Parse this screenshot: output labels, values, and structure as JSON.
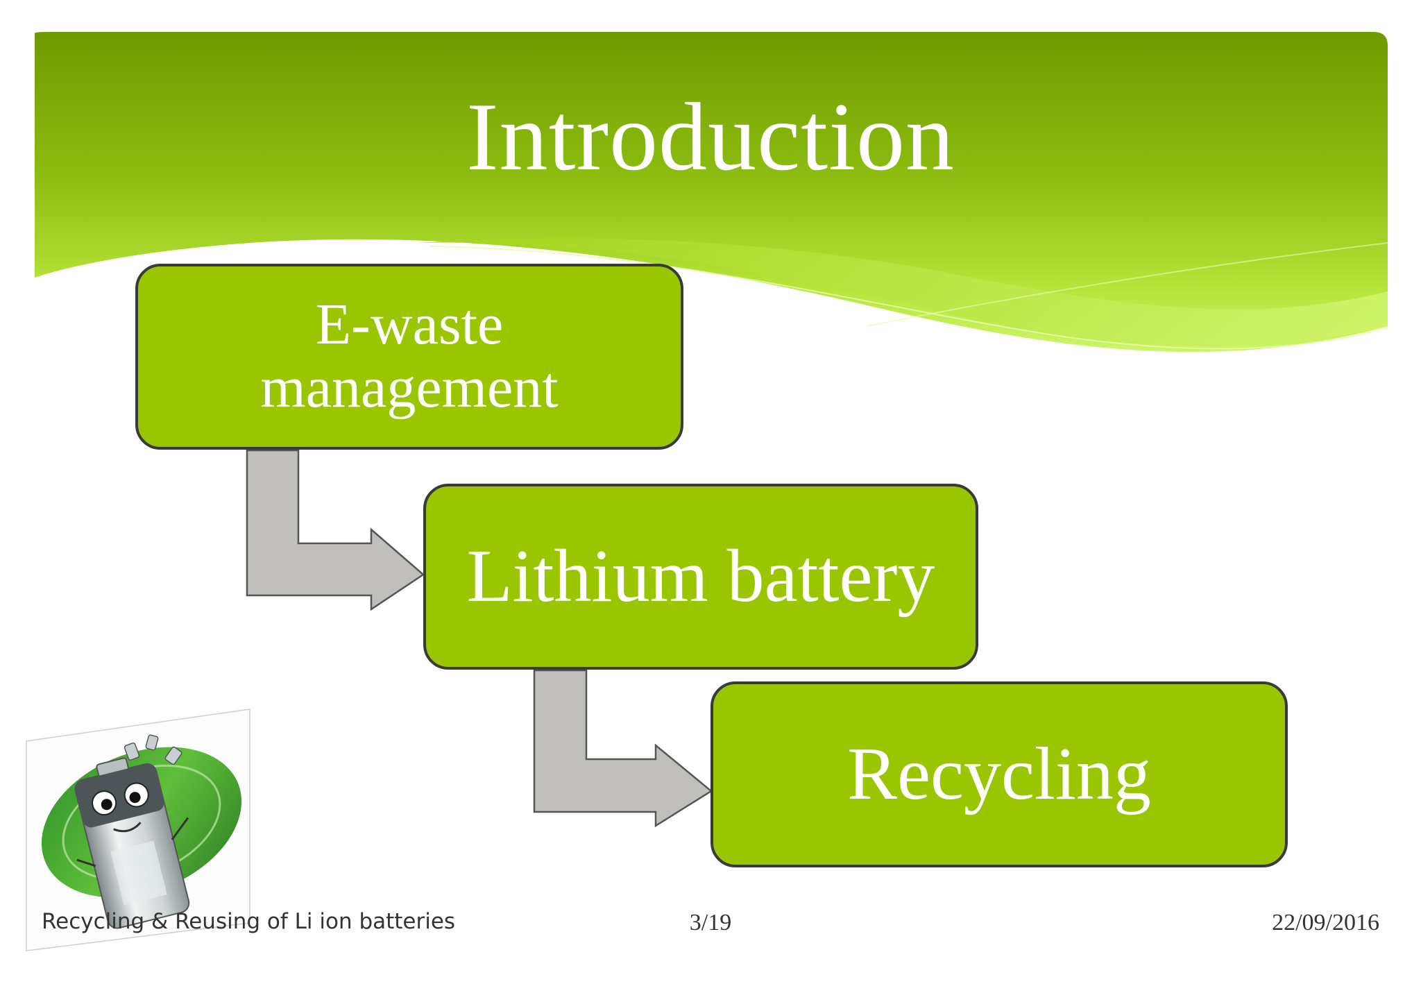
{
  "slide": {
    "title": "Introduction",
    "colors": {
      "header_dark": "#6f9a00",
      "header_light": "#c8f050",
      "box_fill": "#99c601",
      "box_border": "#3a3a3a",
      "arrow_fill": "#c0bfbb",
      "arrow_stroke": "#555555"
    }
  },
  "flow": {
    "steps": [
      {
        "lines": [
          "E-waste",
          "management"
        ]
      },
      {
        "lines": [
          "Lithium battery"
        ]
      },
      {
        "lines": [
          "Recycling"
        ]
      }
    ]
  },
  "illustration": {
    "icon": "battery-mascot-recycle-icon"
  },
  "footer": {
    "left": "Recycling & Reusing of Li ion batteries",
    "center": "3/19",
    "right": "22/09/2016"
  }
}
